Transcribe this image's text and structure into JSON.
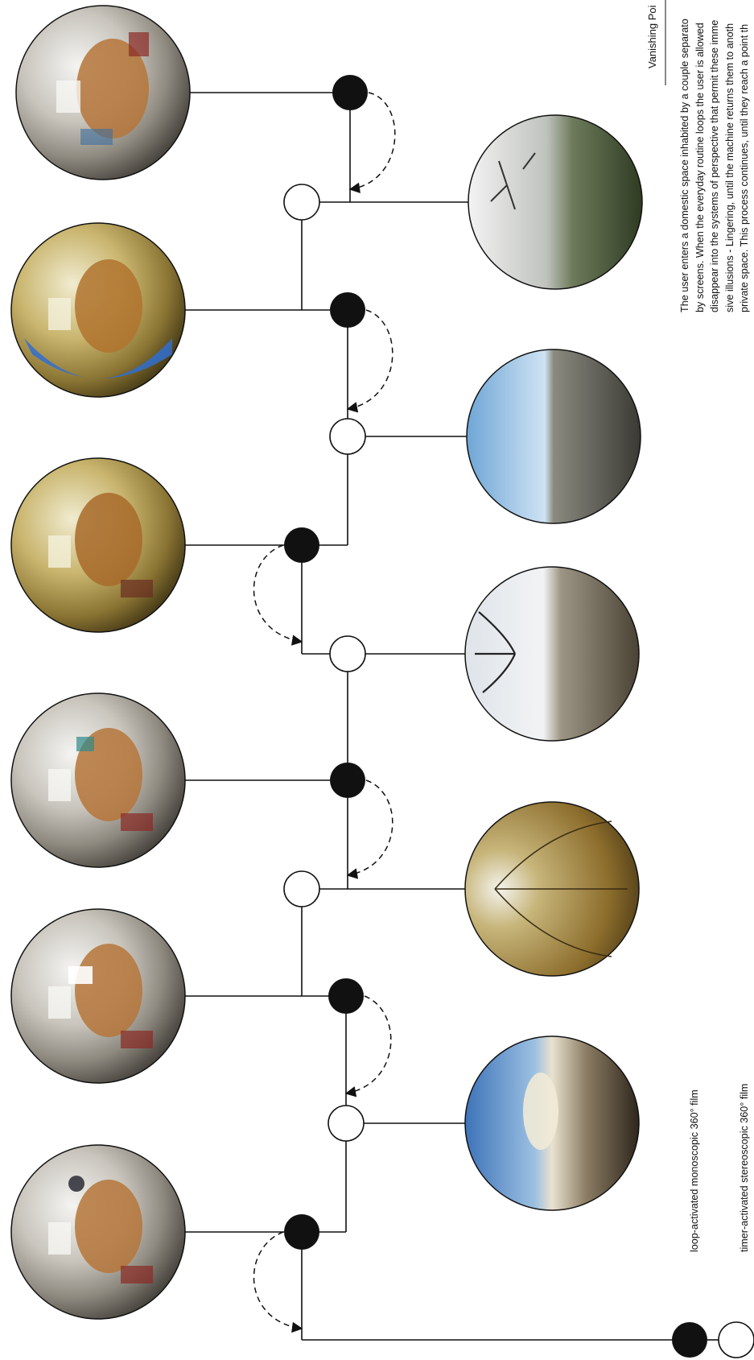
{
  "title": "Vanishing Poi",
  "description_lines": [
    "The user enters a domestic space inhabited by a couple separato",
    "by screens. When the everyday routine loops the user is allowed",
    "disappear into the systems of perspective that permit these imme",
    "sive illusions - Lingering, until the machine returns them to anoth",
    "private space. This process continues, until they reach a point th"
  ],
  "legend": {
    "loop_label": "loop-activated monoscopic 360° film",
    "timer_label": "timer-activated stereoscopic 360° film"
  },
  "colors": {
    "line": "#111111",
    "loop_node": "#111111",
    "timer_node": "#ffffff"
  },
  "interior_scenes": [
    {
      "name": "interior-scene-1",
      "palette": "grey"
    },
    {
      "name": "interior-scene-2",
      "palette": "yellow-blue"
    },
    {
      "name": "interior-scene-3",
      "palette": "yellow"
    },
    {
      "name": "interior-scene-4",
      "palette": "grey"
    },
    {
      "name": "interior-scene-5",
      "palette": "grey"
    },
    {
      "name": "interior-scene-6",
      "palette": "grey"
    }
  ],
  "exterior_scenes": [
    {
      "name": "exterior-scene-1",
      "palette": "winter-forest"
    },
    {
      "name": "exterior-scene-2",
      "palette": "sky-field"
    },
    {
      "name": "exterior-scene-3",
      "palette": "bare-trees"
    },
    {
      "name": "exterior-scene-4",
      "palette": "autumn-forest"
    },
    {
      "name": "exterior-scene-5",
      "palette": "rocky-coast"
    }
  ]
}
